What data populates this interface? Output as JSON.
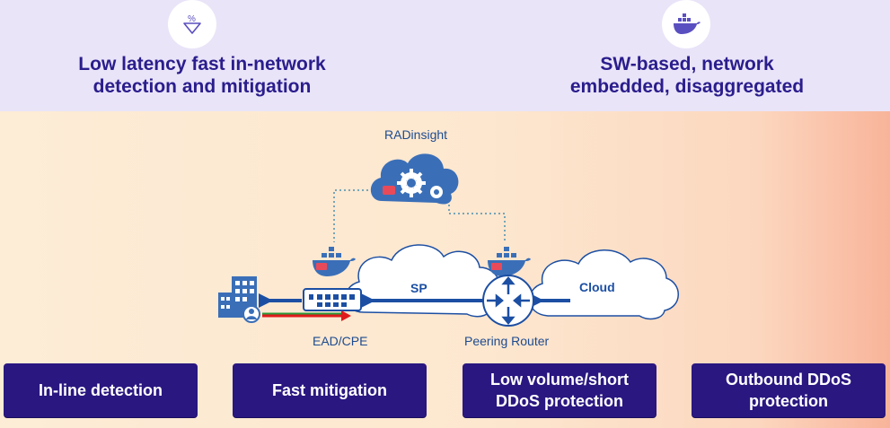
{
  "header": {
    "left_title_line1": "Low latency fast in-network",
    "left_title_line2": "detection and mitigation",
    "right_title_line1": "SW-based, network",
    "right_title_line2": "embedded, disaggregated",
    "left_icon": "percent-down-arrow-icon",
    "right_icon": "docker-whale-icon"
  },
  "diagram": {
    "controller_label": "RADinsight",
    "sp_cloud_label": "SP",
    "cloud_label": "Cloud",
    "ead_label": "EAD/CPE",
    "router_label": "Peering Router"
  },
  "features": [
    {
      "line1": "In-line detection",
      "line2": ""
    },
    {
      "line1": "Fast mitigation",
      "line2": ""
    },
    {
      "line1": "Low volume/short",
      "line2": "DDoS protection"
    },
    {
      "line1": "Outbound DDoS",
      "line2": "protection"
    }
  ],
  "colors": {
    "title": "#2a1d8c",
    "box": "#2a1780",
    "flow": "#1c4fa3",
    "threat": "#e01b1b",
    "clean": "#2a9a3a"
  }
}
